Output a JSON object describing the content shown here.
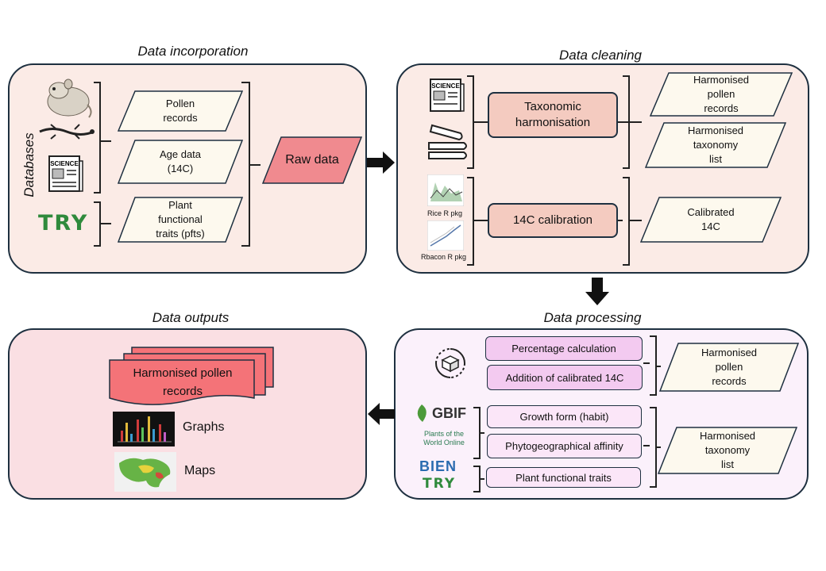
{
  "panels": {
    "incorporation": {
      "title": "Data incorporation",
      "side_label": "Databases",
      "inputs": [
        "Pollen\nrecords",
        "Age data\n(14C)",
        "Plant\nfunctional\ntraits (pfts)"
      ],
      "output": "Raw data",
      "logo_try": "TRY",
      "logo_science": "SCIENCE"
    },
    "cleaning": {
      "title": "Data cleaning",
      "logo_science": "SCIENCE",
      "step1": "Taxonomic\nharmonisation",
      "step2": "14C calibration",
      "out1": "Harmonised\npollen\nrecords",
      "out2": "Harmonised\ntaxonomy\nlist",
      "out3": "Calibrated\n14C",
      "pkg1": "Rice R pkg",
      "pkg2": "Rbacon R pkg"
    },
    "processing": {
      "title": "Data processing",
      "steps_a": [
        "Percentage calculation",
        "Addition of calibrated 14C"
      ],
      "steps_b": [
        "Growth form (habit)",
        "Phytogeographical affinity"
      ],
      "steps_c": [
        "Plant functional traits"
      ],
      "out1": "Harmonised\npollen\nrecords",
      "out2": "Harmonised\ntaxonomy\nlist",
      "logo_gbif": "GBIF",
      "logo_powo": "Plants of the\nWorld Online",
      "logo_bien": "BIEN",
      "logo_try": "TRY"
    },
    "outputs": {
      "title": "Data outputs",
      "doc": "Harmonised pollen\nrecords",
      "graphs": "Graphs",
      "maps": "Maps"
    }
  },
  "colors": {
    "panel_pink": "#fbebe6",
    "panel_lavender": "#fbf1fb",
    "panel_rose": "#fadfe3",
    "parallelogram": "#fdf9ee",
    "raw_data": "#f08a8f",
    "step_salmon": "#f4cbc0",
    "step_violet": "#f3caf0",
    "doc_red": "#f47378",
    "try_green": "#2f8a3c",
    "border": "#1e3040"
  }
}
